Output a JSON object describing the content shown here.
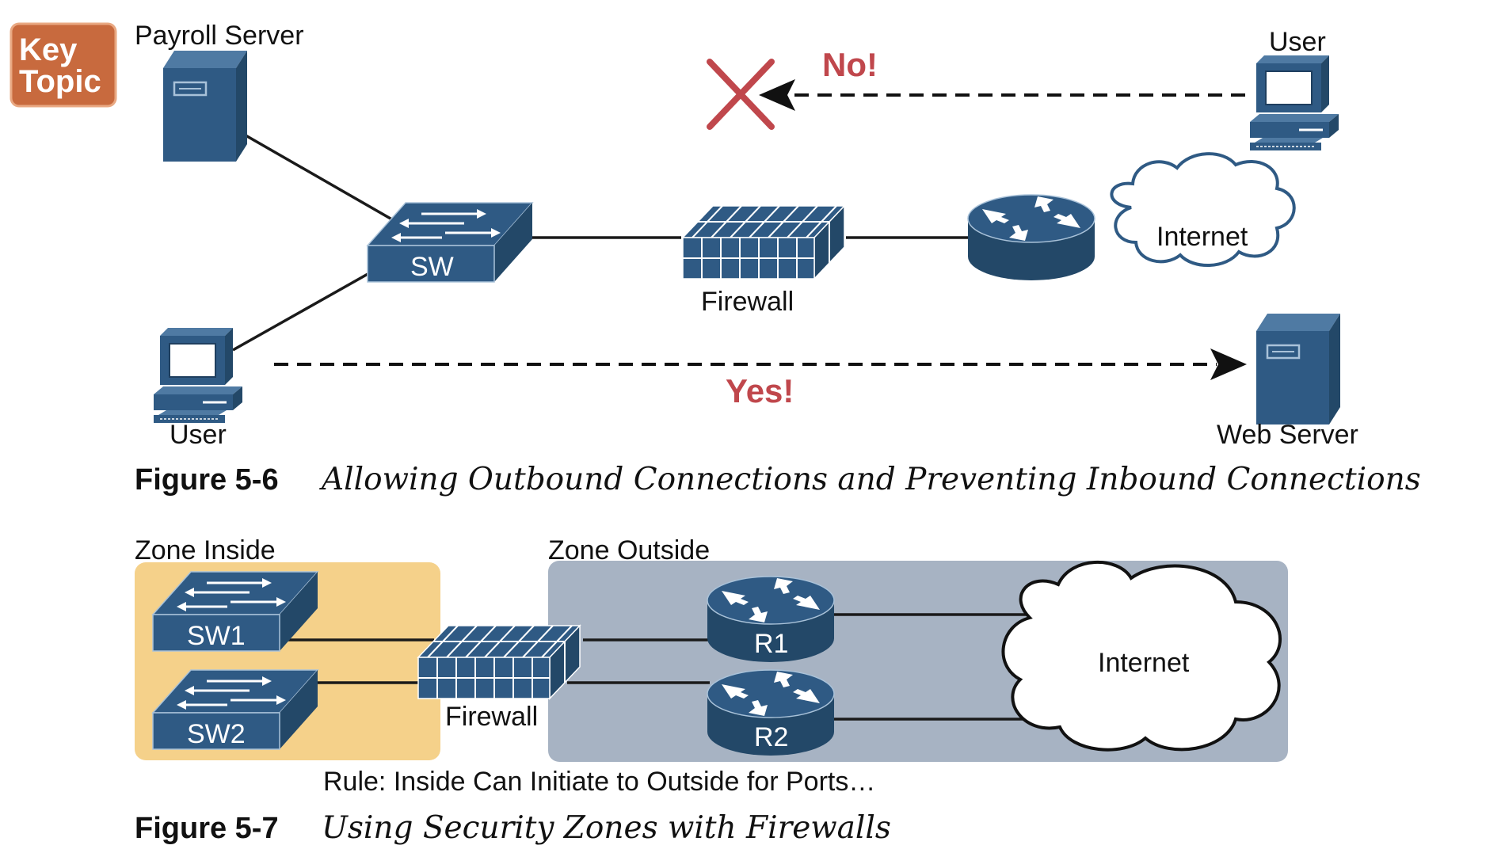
{
  "badge": {
    "line1": "Key",
    "line2": "Topic"
  },
  "figure6": {
    "payroll_server": "Payroll Server",
    "user_top": "User",
    "blocked_label": "No!",
    "switch": "SW",
    "firewall": "Firewall",
    "internet": "Internet",
    "user_bottom": "User",
    "allowed_label": "Yes!",
    "web_server": "Web Server",
    "caption_number": "Figure 5-6",
    "caption_title": "Allowing Outbound Connections and Preventing Inbound Connections"
  },
  "figure7": {
    "zone_inside": "Zone Inside",
    "zone_outside": "Zone Outside",
    "switch1": "SW1",
    "switch2": "SW2",
    "firewall": "Firewall",
    "router1": "R1",
    "router2": "R2",
    "internet": "Internet",
    "rule": "Rule: Inside Can Initiate to Outside for Ports…",
    "caption_number": "Figure 5-7",
    "caption_title": "Using Security Zones with Firewalls"
  },
  "colors": {
    "device": "#2f5a84",
    "device_dark": "#234868",
    "device_light": "#4f7aa3",
    "zone_inside_fill": "#f5d18a",
    "zone_outside_fill": "#a7b3c3",
    "accent_red": "#c0474c",
    "badge_fill": "#c86a3e"
  },
  "icons": [
    "server-icon",
    "pc-icon",
    "switch-icon",
    "firewall-icon",
    "router-icon",
    "cloud-icon",
    "x-mark-icon",
    "arrow-head-icon"
  ]
}
